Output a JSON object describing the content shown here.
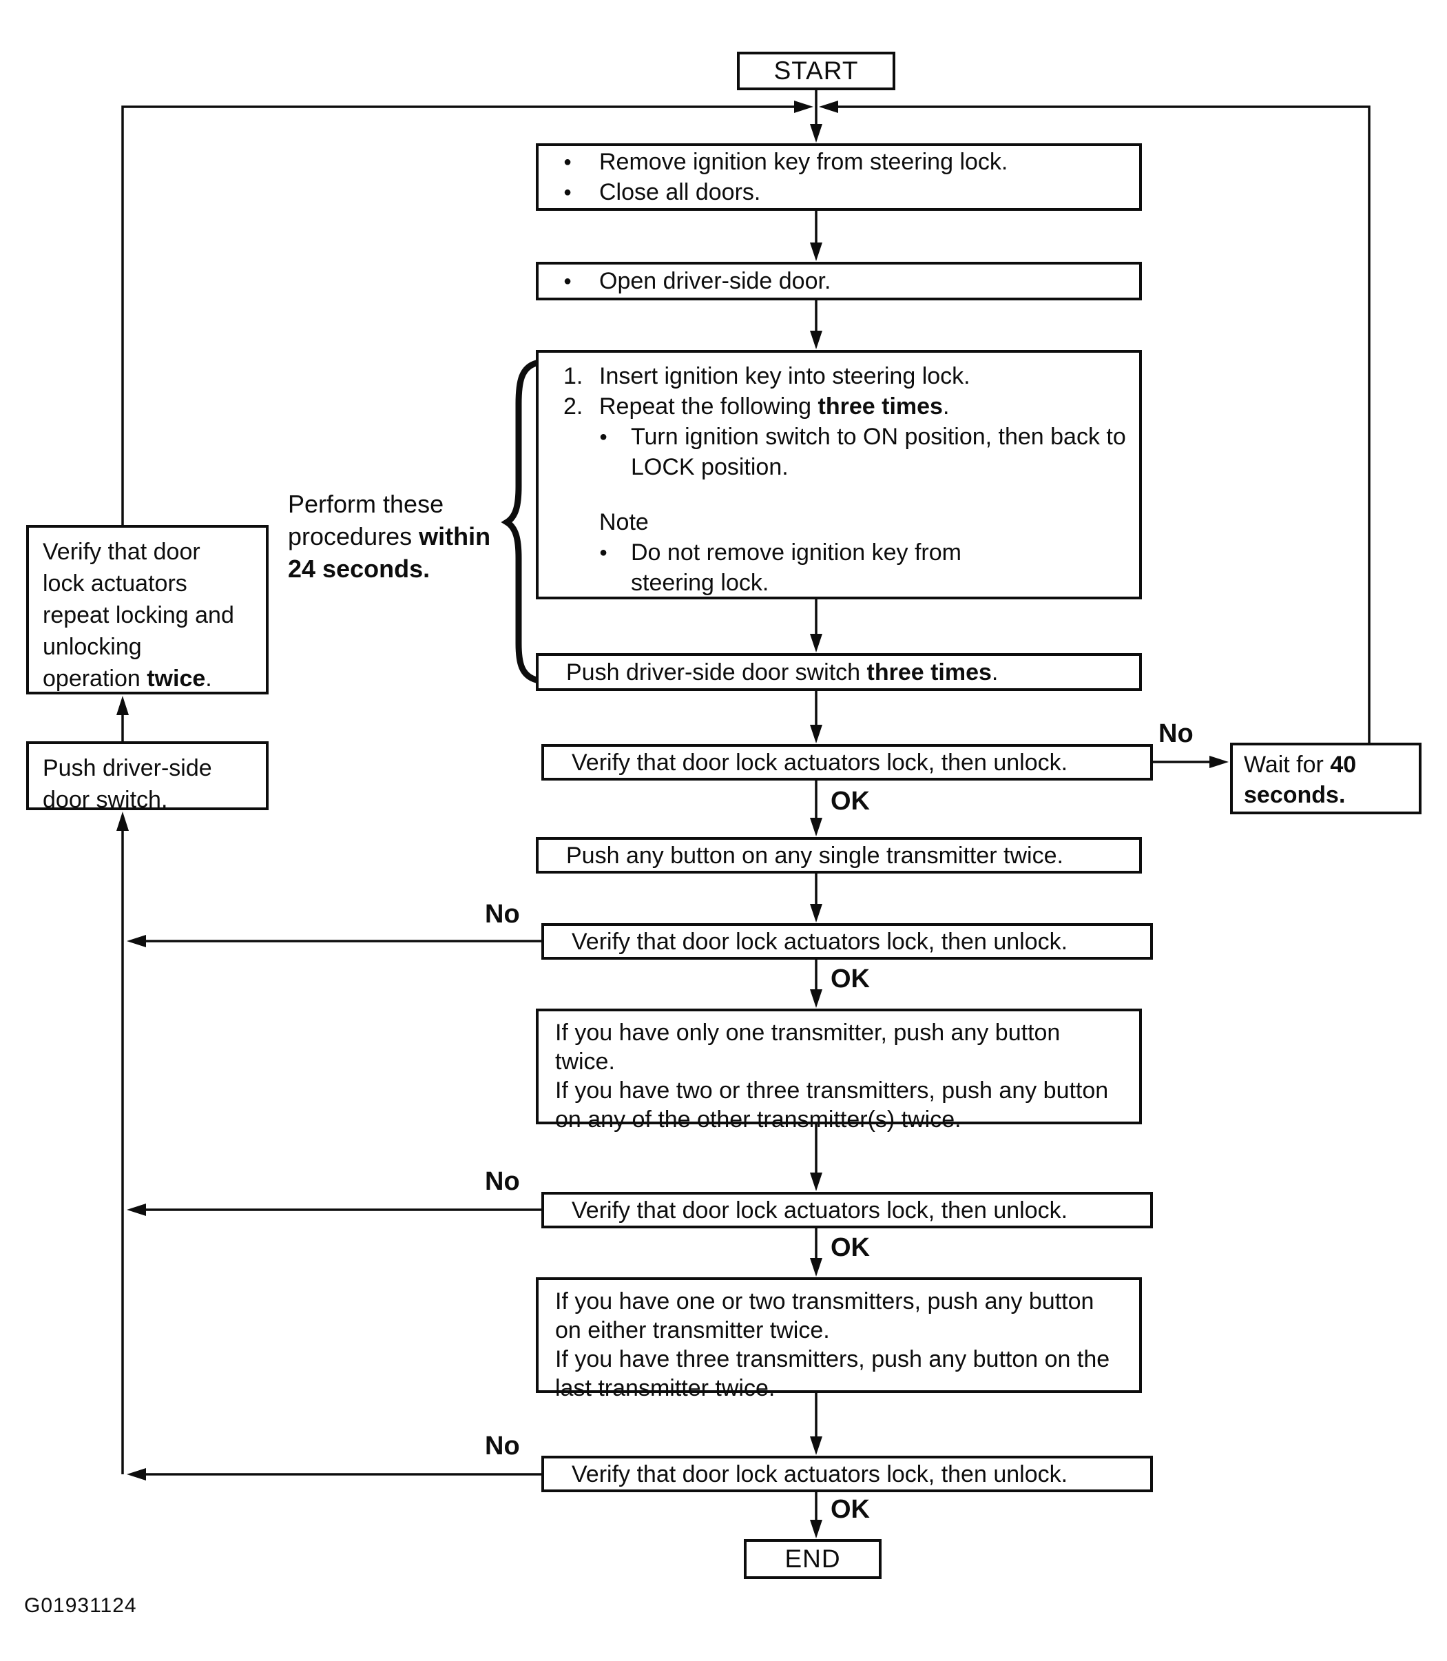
{
  "flowchart": {
    "figure_code": "G01931124",
    "connector_labels": {
      "no": "No",
      "ok": "OK"
    },
    "timing_note": {
      "lines": [
        [
          {
            "t": "Perform these"
          }
        ],
        [
          {
            "t": "procedures "
          },
          {
            "t": "within",
            "b": true
          }
        ],
        [
          {
            "t": "24 seconds.",
            "b": true
          }
        ]
      ]
    },
    "nodes": {
      "start": {
        "label": "START"
      },
      "prepare": {
        "rows": [
          {
            "marker": "●",
            "seg": [
              {
                "t": "Remove ignition key from steering lock."
              }
            ]
          },
          {
            "marker": "●",
            "seg": [
              {
                "t": "Close all doors."
              }
            ]
          }
        ]
      },
      "open_door": {
        "rows": [
          {
            "marker": "●",
            "seg": [
              {
                "t": "Open driver-side door."
              }
            ]
          }
        ]
      },
      "key_cycle": {
        "rows": [
          {
            "marker": "1.",
            "seg": [
              {
                "t": "Insert ignition key into steering lock."
              }
            ]
          },
          {
            "marker": "2.",
            "seg": [
              {
                "t": "Repeat the following "
              },
              {
                "t": "three times",
                "b": true
              },
              {
                "t": "."
              }
            ]
          },
          {
            "marker": "●",
            "seg": [
              {
                "t": "Turn ignition switch to ON position, then back to LOCK position."
              }
            ]
          },
          {
            "marker": "",
            "seg": [
              {
                "t": "Note"
              }
            ]
          },
          {
            "marker": "●",
            "seg": [
              {
                "t": "Do not remove ignition key from steering lock."
              }
            ]
          }
        ]
      },
      "push_door_switch_3x": {
        "seg": [
          {
            "t": "Push driver-side door switch "
          },
          {
            "t": "three times",
            "b": true
          },
          {
            "t": "."
          }
        ]
      },
      "verify_lock_unlock": {
        "label": "Verify that door lock actuators lock, then unlock."
      },
      "wait_40s": {
        "seg": [
          {
            "t": "Wait for "
          },
          {
            "t": "40 seconds.",
            "b": true
          }
        ]
      },
      "push_any_single_2x": {
        "label": "Push any button on any single transmitter twice."
      },
      "second_transmitter": {
        "lines": [
          "If you have only one transmitter, push any button twice.",
          "If you have two or three transmitters, push any button on any of the other transmitter(s) twice."
        ]
      },
      "third_transmitter": {
        "lines": [
          "If you have one or two transmitters, push any button on either transmitter twice.",
          "If you have three transmitters, push any button on the last transmitter twice."
        ]
      },
      "left_verify_repeat": {
        "seg": [
          {
            "t": "Verify that door lock actuators repeat locking and unlocking operation "
          },
          {
            "t": "twice",
            "b": true
          },
          {
            "t": "."
          }
        ]
      },
      "left_push_switch": {
        "label": "Push driver-side door switch."
      },
      "end": {
        "label": "END"
      }
    }
  }
}
